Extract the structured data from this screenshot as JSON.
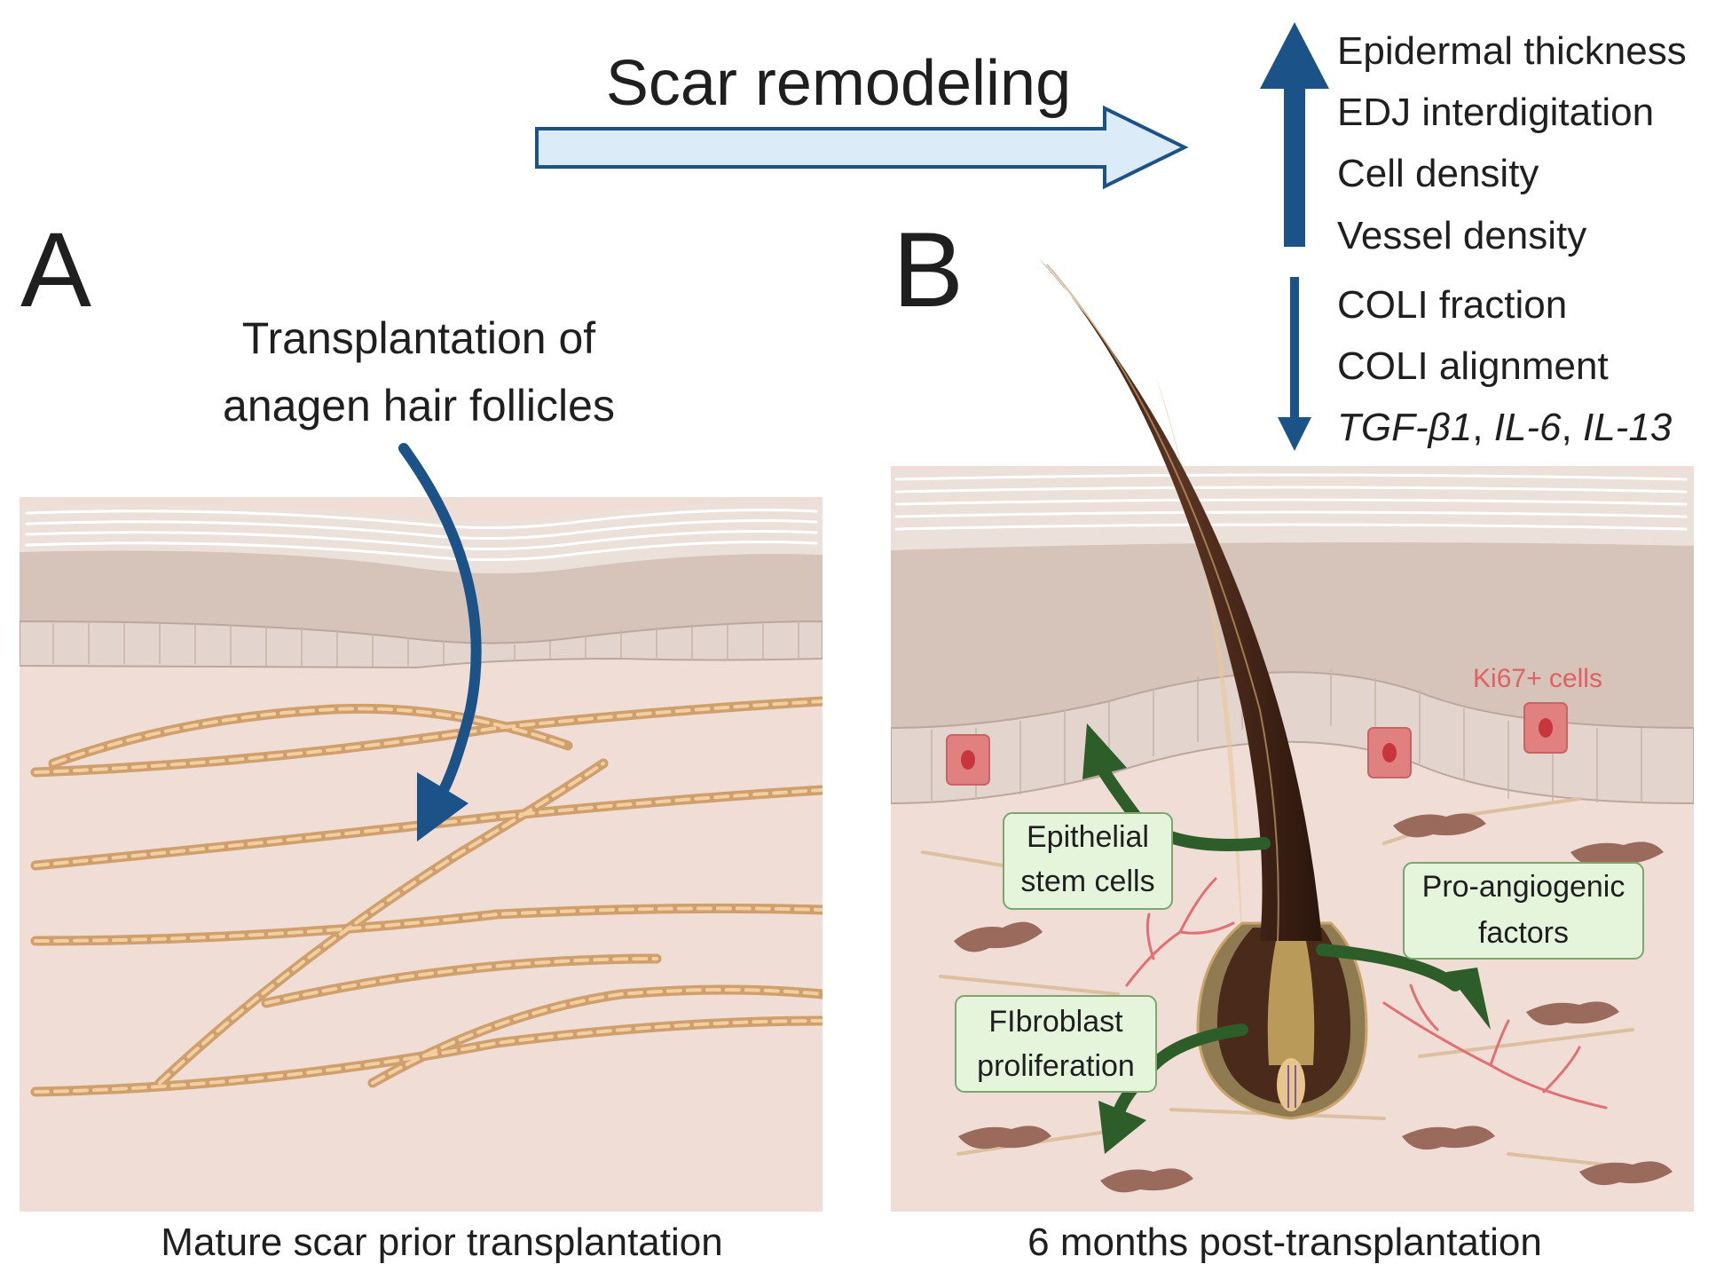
{
  "header": {
    "process_label": "Scar remodeling"
  },
  "panels": {
    "a": {
      "letter": "A",
      "intervention_line1": "Transplantation of",
      "intervention_line2": "anagen hair follicles",
      "caption": "Mature scar prior transplantation"
    },
    "b": {
      "letter": "B",
      "caption": "6 months post-transplantation",
      "ki67_label": "Ki67+ cells",
      "effects": {
        "epithelial_line1": "Epithelial",
        "epithelial_line2": "stem cells",
        "angio_line1": "Pro-angiogenic",
        "angio_line2": "factors",
        "fibro_line1": "FIbroblast",
        "fibro_line2": "proliferation"
      }
    }
  },
  "outcomes": {
    "increased": [
      "Epidermal thickness",
      "EDJ interdigitation",
      "Cell density",
      "Vessel density"
    ],
    "decreased": [
      "COLI fraction",
      "COLI alignment"
    ],
    "decreased_genes": {
      "g1": "TGF-β1",
      "g2": "IL-6",
      "g3": "IL-13",
      "sep": ", "
    }
  },
  "colors": {
    "dark_blue": "#1b5287",
    "arrow_fill": "#dcebf8",
    "green_arrow": "#2d5e2a",
    "green_box": "#e4f5dc",
    "green_box_border": "#7da66f",
    "dermis": "#efddd6",
    "epidermis": "#d6c3b9",
    "stratum_corneum": "#e9ddd7",
    "ki67": "#e0817f",
    "hair_dark": "#3a1f14"
  }
}
